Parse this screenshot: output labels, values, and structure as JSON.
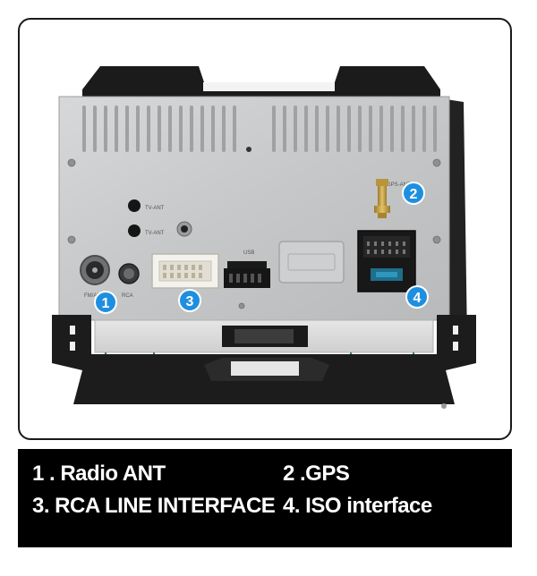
{
  "photo": {
    "description_icon": "car-radio-rear-panel",
    "label_tv_ant_1": "TV-ANT",
    "label_tv_ant_2": "TV-ANT",
    "label_usb": "USB",
    "label_gps_ant": "GPS-ANT",
    "label_fm_am": "FM/AM",
    "label_rca": "RCA",
    "badges": [
      {
        "num": "1"
      },
      {
        "num": "2"
      },
      {
        "num": "3"
      },
      {
        "num": "4"
      }
    ]
  },
  "captions": {
    "item1": "1 . Radio ANT",
    "item2": "2 .GPS",
    "item3": "3. RCA LINE INTERFACE",
    "item4": "4. ISO interface"
  },
  "colors": {
    "badge": "#1e8fe0",
    "caption_bg": "#000000",
    "caption_text": "#ffffff",
    "panel": "#c9cbcc"
  }
}
